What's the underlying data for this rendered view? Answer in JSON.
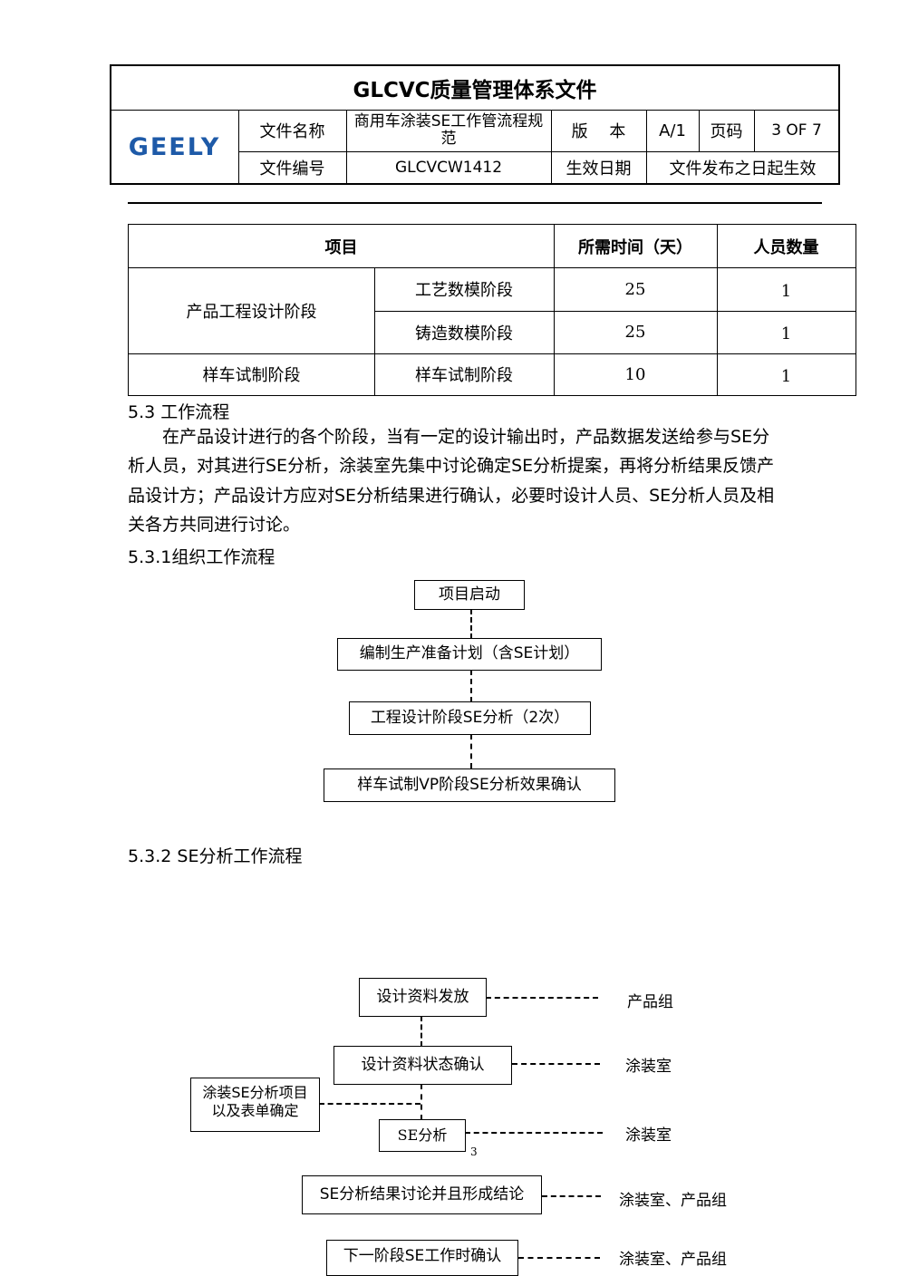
{
  "header": {
    "title": "GLCVC质量管理体系文件",
    "logo_text": "GEELY",
    "doc_name_label": "文件名称",
    "doc_name_value": "商用车涂装SE工作管流程规范",
    "version_label": "版　 本",
    "version_value": "A/1",
    "page_label": "页码",
    "page_value": "3  OF 7",
    "doc_no_label": "文件编号",
    "doc_no_value": "GLCVCW1412",
    "effective_label": "生效日期",
    "effective_value": "文件发布之日起生效"
  },
  "table": {
    "col_project": "项目",
    "col_time": "所需时间（天）",
    "col_people": "人员数量",
    "group1": "产品工程设计阶段",
    "row1_stage": "工艺数模阶段",
    "row1_time": "25",
    "row1_people": "1",
    "row2_stage": "铸造数模阶段",
    "row2_time": "25",
    "row2_people": "1",
    "group2": "样车试制阶段",
    "row3_stage": "样车试制阶段",
    "row3_time": "10",
    "row3_people": "1"
  },
  "section_5_3": {
    "heading": "5.3 工作流程",
    "para_lines": [
      "　　在产品设计进行的各个阶段，当有一定的设计输出时，产品数据发送给参与SE分",
      "析人员，对其进行SE分析，涂装室先集中讨论确定SE分析提案，再将分析结果反馈产",
      "品设计方；产品设计方应对SE分析结果进行确认，必要时设计人员、SE分析人员及相",
      "关各方共同进行讨论。"
    ]
  },
  "flow1": {
    "heading": "5.3.1组织工作流程",
    "step1": "项目启动",
    "step2": "编制生产准备计划（含SE计划）",
    "step3": "工程设计阶段SE分析（2次）",
    "step4": "样车试制VP阶段SE分析效果确认"
  },
  "flow2": {
    "heading": "5.3.2 SE分析工作流程",
    "step1": "设计资料发放",
    "step1_owner": "产品组",
    "step2": "设计资料状态确认",
    "step2_owner": "涂装室",
    "side_box": "涂装SE分析项目以及表单确定",
    "step3": "SE分析",
    "step3_owner": "涂装室",
    "step4": "SE分析结果讨论并且形成结论",
    "step4_owner": "涂装室、产品组",
    "step5": "下一阶段SE工作时确认",
    "step5_owner": "涂装室、产品组"
  },
  "page_number": "3"
}
